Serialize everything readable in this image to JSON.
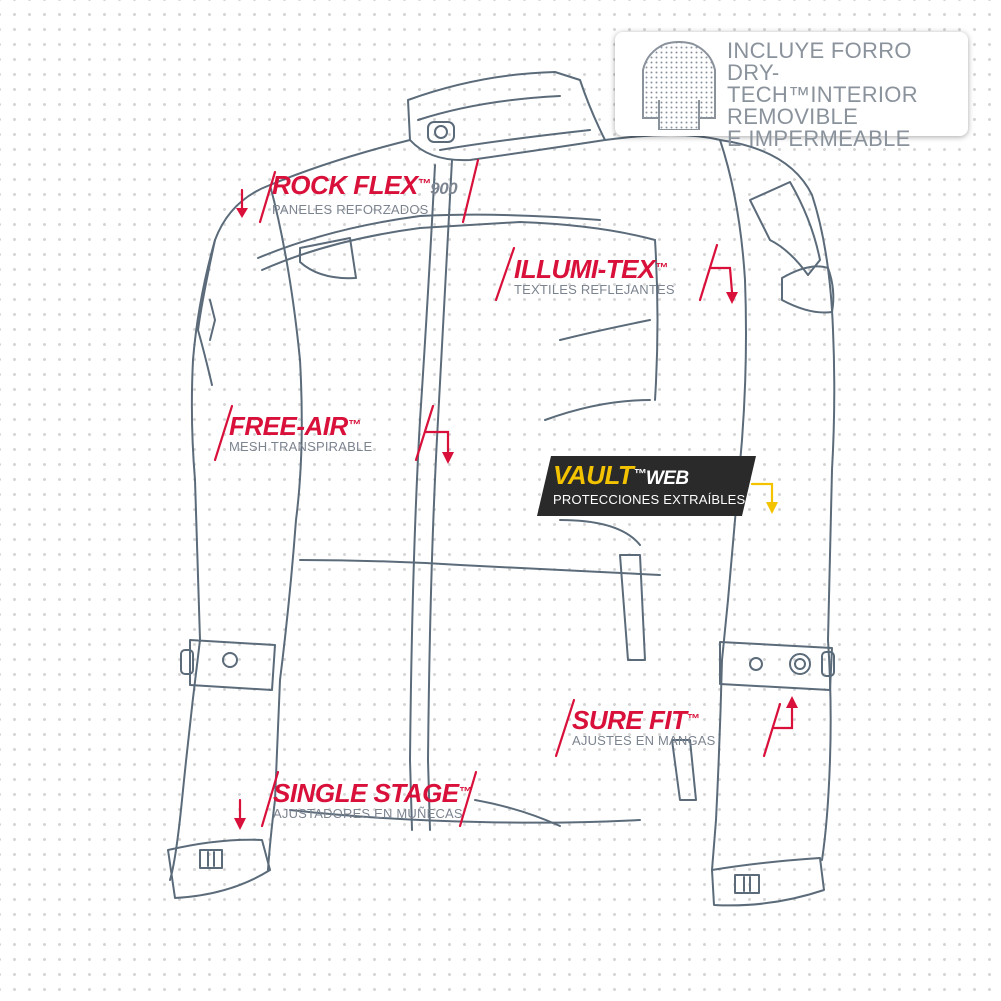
{
  "info_box": {
    "lines": [
      "INCLUYE FORRO",
      "DRY-TECH™INTERIOR",
      "REMOVIBLE",
      "E IMPERMEABLE"
    ],
    "icon": "jacket-liner-icon"
  },
  "callouts": {
    "rock_flex": {
      "title": "ROCK FLEX",
      "tm": "™",
      "suffix": "900",
      "subtitle": "PANELES REFORZADOS"
    },
    "illumi_tex": {
      "title": "ILLUMI-TEX",
      "tm": "™",
      "subtitle": "TEXTILES REFLEJANTES"
    },
    "free_air": {
      "title": "FREE-AIR",
      "tm": "™",
      "subtitle": "MESH TRANSPIRABLE"
    },
    "vault": {
      "title": "VAULT",
      "tm": "™",
      "suffix": "WEB",
      "subtitle": "PROTECCIONES EXTRAÍBLES"
    },
    "sure_fit": {
      "title": "SURE FIT",
      "tm": "™",
      "subtitle": "AJUSTES EN MANGAS"
    },
    "single_stage": {
      "title": "SINGLE STAGE",
      "tm": "™",
      "subtitle": "AJUSTADORES EN MUÑECAS"
    }
  },
  "colors": {
    "accent": "#d8103a",
    "highlight": "#f3c300",
    "outline": "#5b6b7a",
    "subtitle": "#7c8490",
    "dark_box": "#2a2a2a"
  }
}
